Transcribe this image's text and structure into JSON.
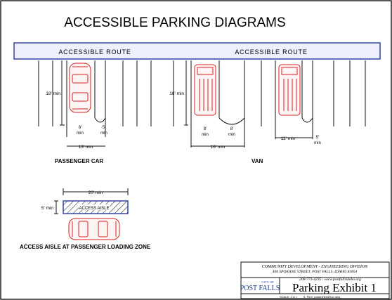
{
  "title": "ACCESSIBLE PARKING DIAGRAMS",
  "route_labels": [
    "ACCESSIBLE ROUTE",
    "ACCESSIBLE ROUTE"
  ],
  "dimensions": {
    "car_depth": "18' min",
    "car_aisle_width": "8'",
    "car_aisle_min": "min",
    "car_stall_width": "5'",
    "car_stall_min": "min",
    "car_total": "13' min",
    "van_depth": "18' min",
    "van_aisle_width": "8'",
    "van_aisle_min": "min",
    "van_stall_width": "8'",
    "van_stall_min": "min",
    "van_total": "16' min",
    "van2_width": "11' min",
    "van2_aisle": "5'",
    "van2_aisle_min": "min",
    "zone_length": "20' min",
    "zone_width": "5' min",
    "zone_aisle": "ACCESS AISLE"
  },
  "section_labels": {
    "passenger_car": "PASSENGER CAR",
    "van": "VAN",
    "loading_zone": "ACCESS AISLE AT PASSENGER LOADING ZONE"
  },
  "title_block": {
    "dept": "COMMUNITY DEVELOPMENT - ENGINEERING DIVISION",
    "address": "408 SPOKANE STREET, POST FALLS, IDAHO 83854",
    "contact": "208-773-4235  -  www.postfallsidaho.org",
    "logo_city": "CITY OF",
    "logo_name": "POST FALLS",
    "exhibit": "Parking Exhibit 1",
    "footer": "SCALE: 1 in = ___  ft.  FILE: parkexhibit2012.dwg"
  },
  "colors": {
    "line": "#111111",
    "vehicle": "#d42020",
    "route_border": "#3344aa",
    "route_fill": "#eef0ff"
  },
  "icons": [
    "car-icon",
    "van-icon",
    "hatched-aisle-icon"
  ]
}
